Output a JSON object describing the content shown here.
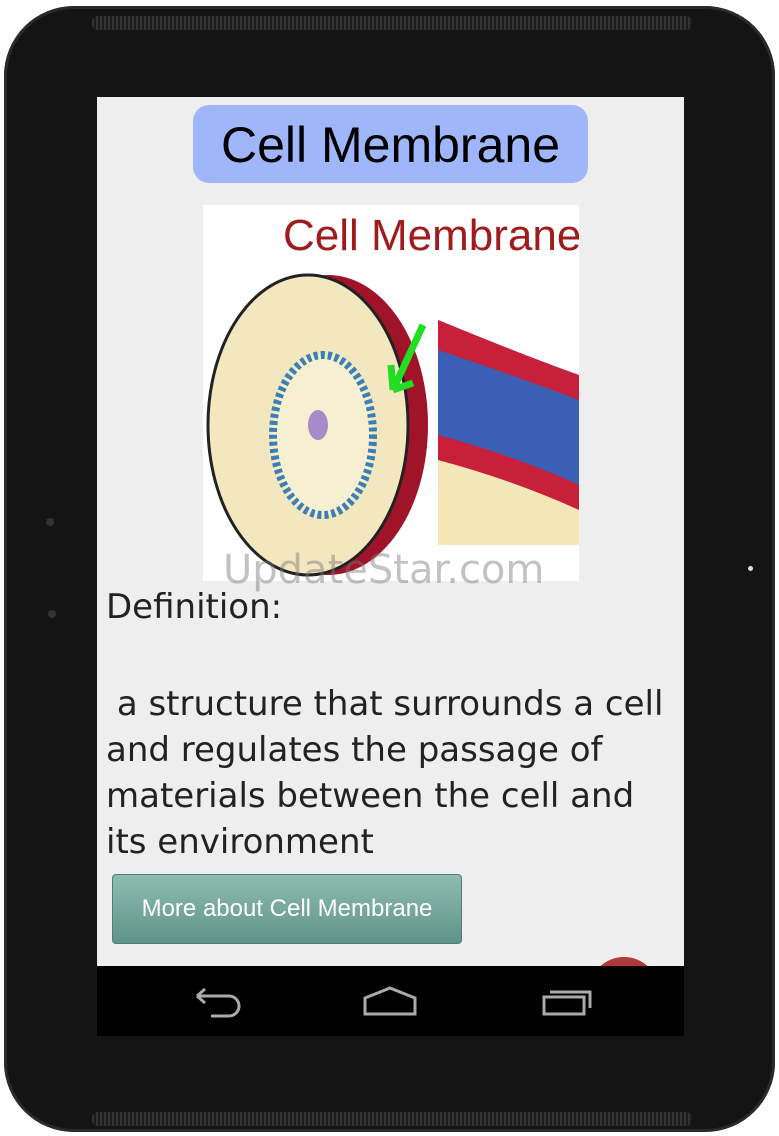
{
  "title": "Cell Membrane",
  "image": {
    "heading": "Cell Membrane",
    "watermark": "UpdateStar.com"
  },
  "definition_label": "Definition:",
  "definition_text": " a structure that surrounds a cell\nand regulates the passage of\nmaterials between the cell and\nits environment",
  "more_button": "More about Cell Membrane",
  "nav": {
    "back": "back-icon",
    "home": "home-icon",
    "recents": "recents-icon"
  },
  "colors": {
    "title_bg": "#a0b6fb",
    "button": "#6f9f94"
  }
}
